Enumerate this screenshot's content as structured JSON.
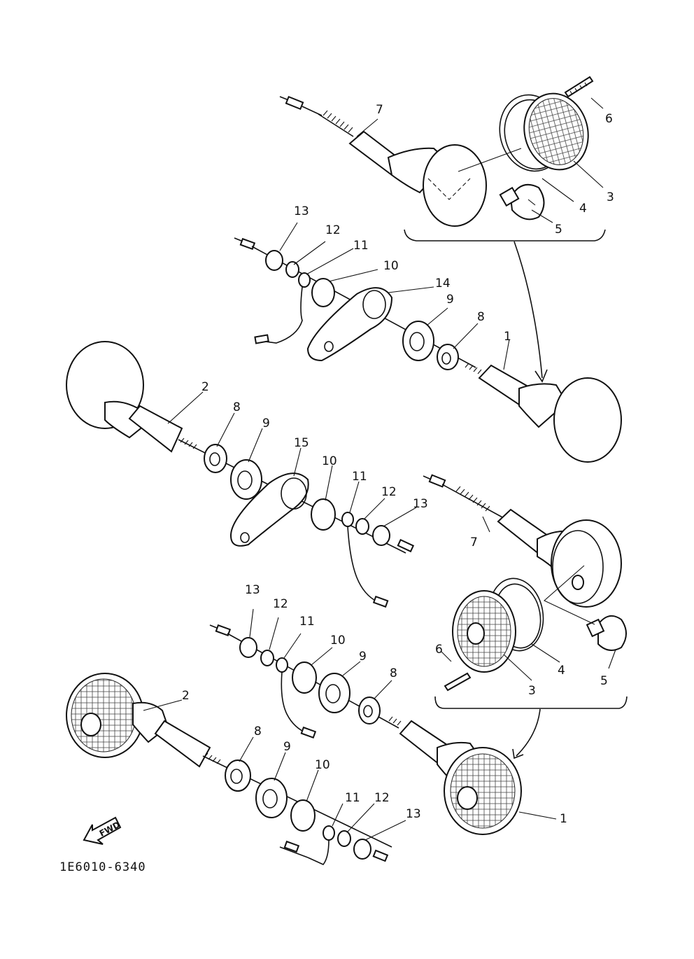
{
  "diagram": {
    "reference_code": "1E6010-6340",
    "fwd_label": "FWD",
    "callouts": {
      "u1_7": "7",
      "u1_6": "6",
      "u1_3": "3",
      "u1_4": "4",
      "u1_5": "5",
      "u2_13": "13",
      "u2_12": "12",
      "u2_11": "11",
      "u2_10": "10",
      "u2_14": "14",
      "u2_9": "9",
      "u2_8": "8",
      "u2_1": "1",
      "u3_2": "2",
      "u3_8": "8",
      "u3_9": "9",
      "u3_15": "15",
      "u3_10": "10",
      "u3_11": "11",
      "u3_12": "12",
      "u3_13": "13",
      "u4_7": "7",
      "u4_6": "6",
      "u4_3": "3",
      "u4_4": "4",
      "u4_5": "5",
      "u5_13": "13",
      "u5_12": "12",
      "u5_11": "11",
      "u5_10": "10",
      "u5_9": "9",
      "u5_8": "8",
      "u5_2": "2",
      "u6_8": "8",
      "u6_9": "9",
      "u6_10": "10",
      "u6_11": "11",
      "u6_12": "12",
      "u6_13": "13",
      "u6_1": "1"
    }
  }
}
